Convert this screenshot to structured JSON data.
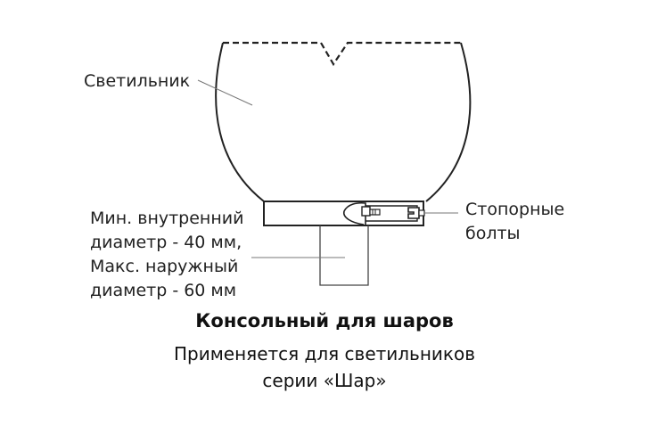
{
  "labels": {
    "lamp": "Светильник",
    "bolts": [
      "Стопорные",
      "болты"
    ],
    "diameter": [
      "Мин. внутренний",
      "диаметр - 40 мм,",
      "Макс. наружный",
      "диаметр - 60 мм"
    ]
  },
  "caption": {
    "title": "Консольный для шаров",
    "subtitle_line1": "Применяется для светильников",
    "subtitle_line2": "серии «Шар»"
  }
}
